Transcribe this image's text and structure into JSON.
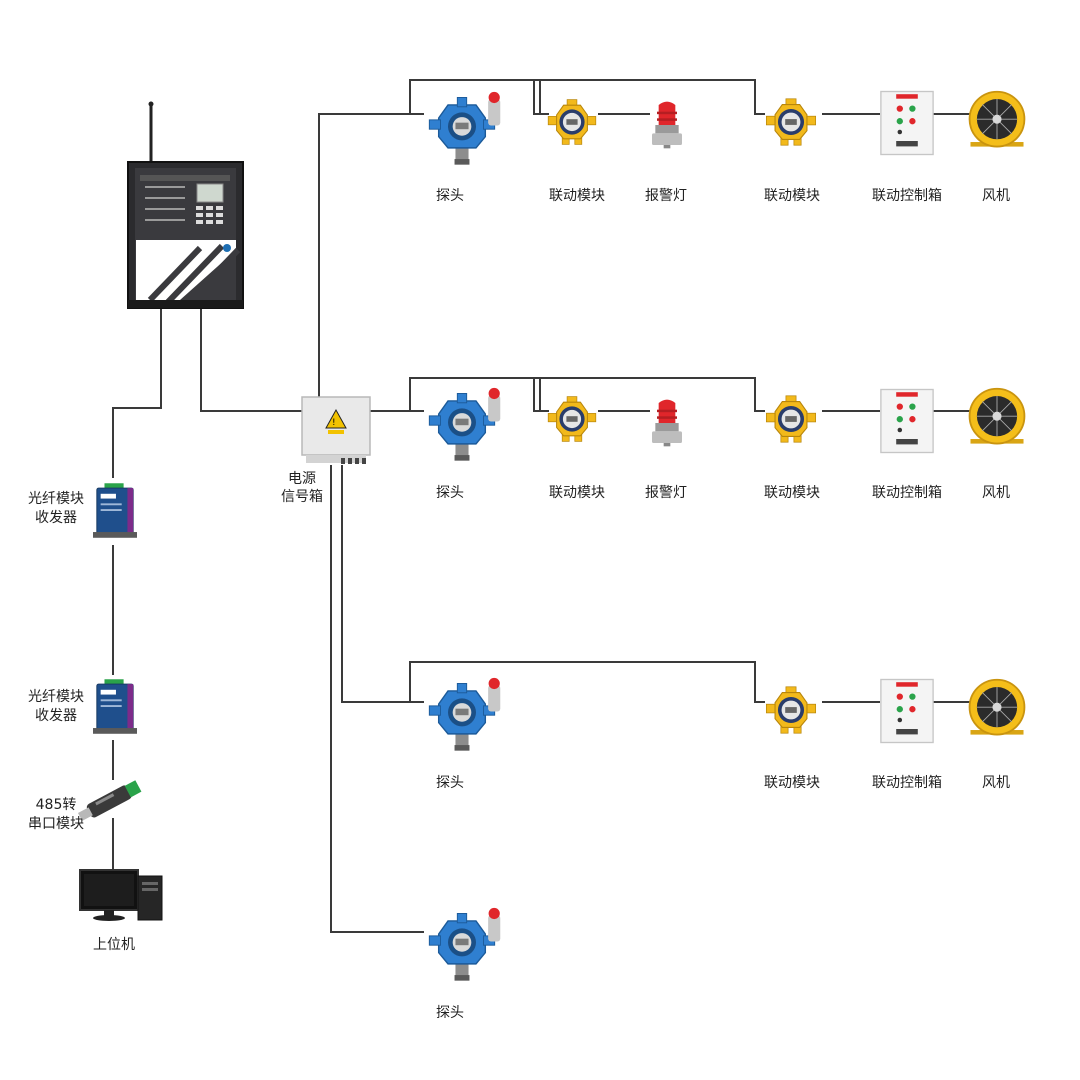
{
  "labels": {
    "probe": "探头",
    "linkage_module": "联动模块",
    "alarm_lamp": "报警灯",
    "linkage_control_box": "联动控制箱",
    "fan": "风机",
    "power_box_line1": "电源",
    "power_box_line2": "信号箱",
    "fiber_line1": "光纤模块",
    "fiber_line2": "收发器",
    "converter_line1": "485转",
    "converter_line2": "串口模块",
    "host_pc": "上位机"
  },
  "colors": {
    "wire": "#3a3a3a",
    "probe_blue": "#2f7fd0",
    "module_yellow": "#f2b91b",
    "lamp_red": "#e0262b",
    "controller_dark": "#2b2b2e",
    "fiber_blue": "#1f4f8c"
  },
  "icons": {
    "controller": "gas-alarm-controller-icon",
    "power_box": "power-signal-box-icon",
    "probe": "gas-probe-icon",
    "linkage_module": "linkage-module-icon",
    "alarm_lamp": "alarm-lamp-icon",
    "control_box": "control-box-icon",
    "fan": "fan-icon",
    "fiber": "fiber-transceiver-icon",
    "converter": "usb-converter-icon",
    "pc": "computer-icon"
  }
}
